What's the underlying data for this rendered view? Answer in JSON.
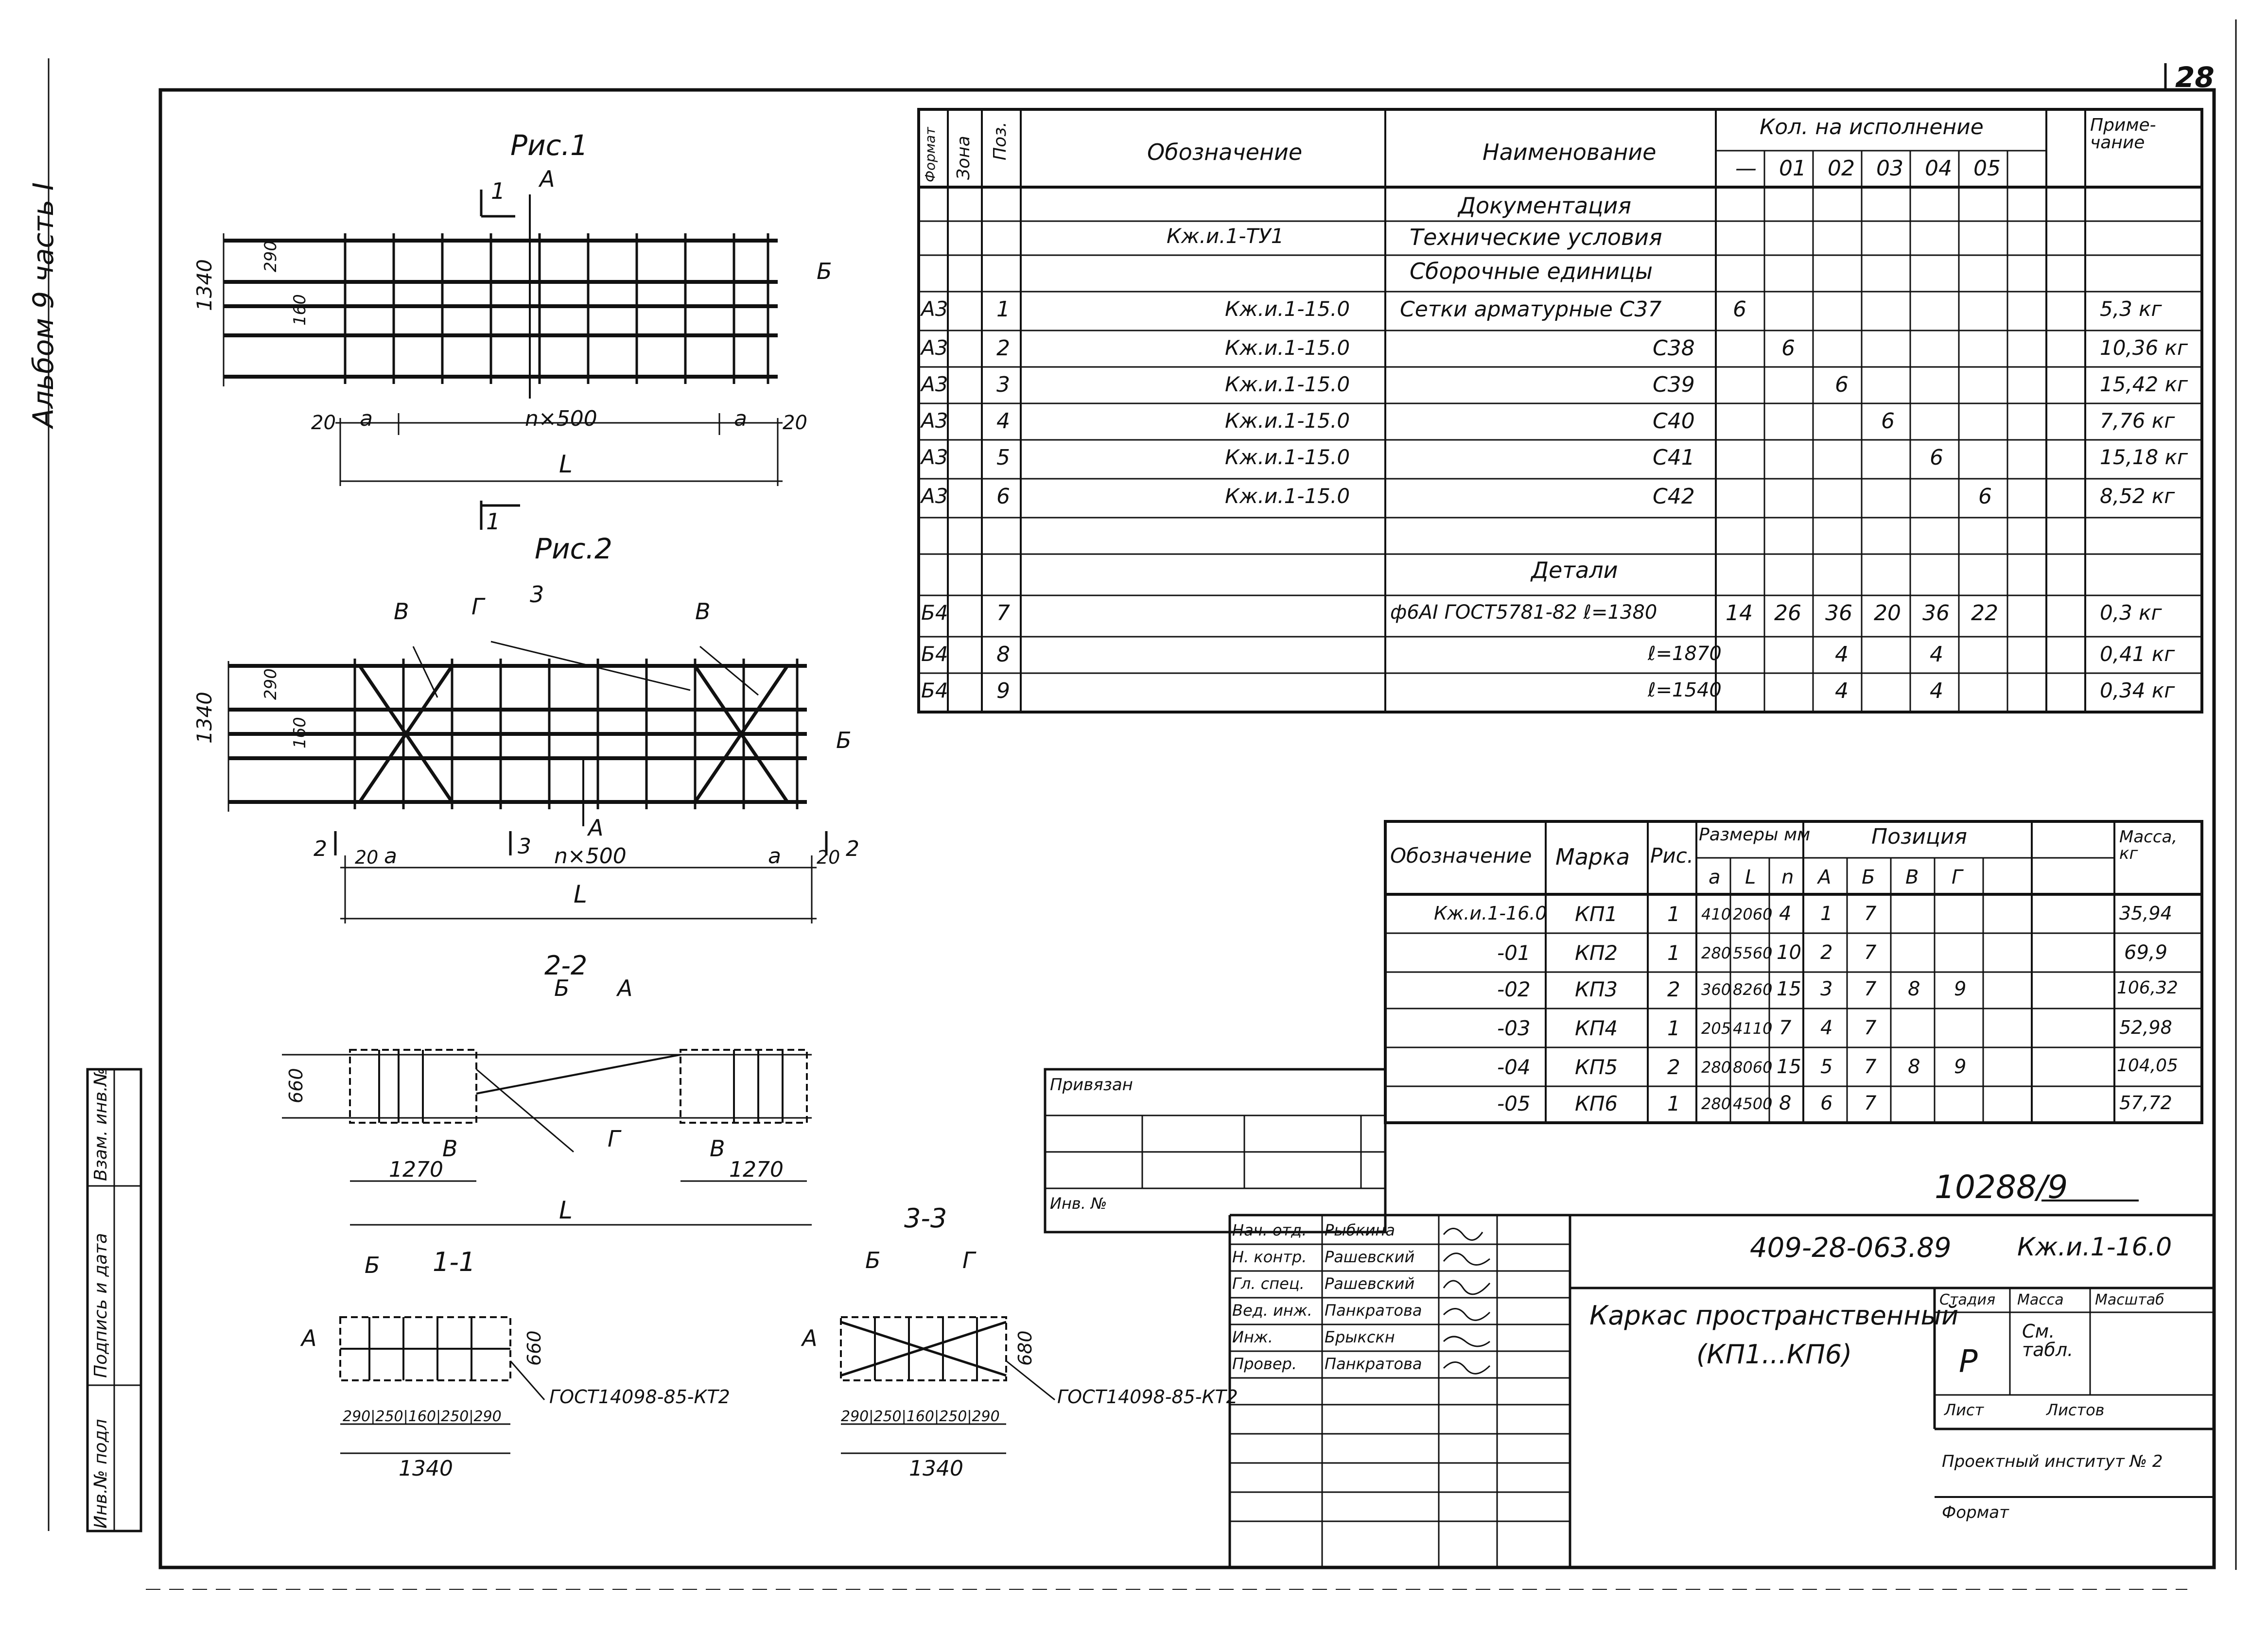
{
  "sheet": {
    "number": "28",
    "doc_number": "10288/9",
    "code": "409-28-063.89",
    "code_mark": "Кж.и.1-16.0"
  },
  "side_label": "Альбом 9   часть I",
  "left_stamp": [
    "Инв.№ подл",
    "Подпись и дата",
    "Взам. инв.№"
  ],
  "figures": {
    "fig1": {
      "title": "Рис.1",
      "dim_1340": "1340",
      "dim_290": "290",
      "dim_160": "160",
      "label_a": "a",
      "label_n500": "n×500",
      "label_L": "L",
      "label_20": "20",
      "label_B": "Б",
      "label_A": "А",
      "label_sec": "1"
    },
    "fig2": {
      "title": "Рис.2",
      "dim_1340": "1340",
      "dim_290": "290",
      "dim_160": "160",
      "label_a": "a",
      "label_n500": "n×500",
      "label_L": "L",
      "label_20": "20",
      "label_B": "Б",
      "label_A": "А",
      "label_V": "В",
      "label_G": "Г",
      "label_3": "3",
      "label_2": "2"
    },
    "sec22": {
      "title": "2-2",
      "dim_660": "660",
      "dim_1270": "1270",
      "label_L": "L",
      "label_B": "Б",
      "label_A": "А",
      "label_V": "В",
      "label_G": "Г"
    },
    "sec11": {
      "title": "1-1",
      "label_B": "Б",
      "label_A": "А",
      "dim_660": "660",
      "dims": "290|250|160|250|290",
      "total": "1340",
      "weld_note": "ГОСТ14098-85-КТ2"
    },
    "sec33": {
      "title": "3-3",
      "label_B": "Б",
      "label_G": "Г",
      "label_A": "А",
      "dim_680": "680",
      "dims": "290|250|160|250|290",
      "total": "1340",
      "weld_note": "ГОСТ14098-85-КТ2"
    }
  },
  "spec": {
    "headers": {
      "format": "Формат",
      "zone": "Зона",
      "pos": "Поз.",
      "designation": "Обозначение",
      "name": "Наименование",
      "qty": "Кол. на исполнение",
      "note": "Приме-чание",
      "variants": [
        "—",
        "01",
        "02",
        "03",
        "04",
        "05"
      ]
    },
    "rows": [
      {
        "fmt": "",
        "pos": "",
        "des": "",
        "name": "Документация",
        "q": [
          "",
          "",
          "",
          "",
          "",
          ""
        ],
        "note": ""
      },
      {
        "fmt": "",
        "pos": "",
        "des": "Кж.и.1-ТУ1",
        "name": "Технические условия",
        "q": [
          "",
          "",
          "",
          "",
          "",
          ""
        ],
        "note": ""
      },
      {
        "fmt": "",
        "pos": "",
        "des": "",
        "name": "Сборочные единицы",
        "q": [
          "",
          "",
          "",
          "",
          "",
          ""
        ],
        "note": ""
      },
      {
        "fmt": "А3",
        "pos": "1",
        "des": "Кж.и.1-15.0",
        "name": "Сетки арматурные С37",
        "q": [
          "6",
          "",
          "",
          "",
          "",
          ""
        ],
        "note": "5,3 кг"
      },
      {
        "fmt": "А3",
        "pos": "2",
        "des": "Кж.и.1-15.0",
        "name": "С38",
        "q": [
          "",
          "6",
          "",
          "",
          "",
          ""
        ],
        "note": "10,36 кг"
      },
      {
        "fmt": "А3",
        "pos": "3",
        "des": "Кж.и.1-15.0",
        "name": "С39",
        "q": [
          "",
          "",
          "6",
          "",
          "",
          ""
        ],
        "note": "15,42 кг"
      },
      {
        "fmt": "А3",
        "pos": "4",
        "des": "Кж.и.1-15.0",
        "name": "С40",
        "q": [
          "",
          "",
          "",
          "6",
          "",
          ""
        ],
        "note": "7,76 кг"
      },
      {
        "fmt": "А3",
        "pos": "5",
        "des": "Кж.и.1-15.0",
        "name": "С41",
        "q": [
          "",
          "",
          "",
          "",
          "6",
          ""
        ],
        "note": "15,18 кг"
      },
      {
        "fmt": "А3",
        "pos": "6",
        "des": "Кж.и.1-15.0",
        "name": "С42",
        "q": [
          "",
          "",
          "",
          "",
          "",
          "6"
        ],
        "note": "8,52 кг"
      },
      {
        "fmt": "",
        "pos": "",
        "des": "",
        "name": "",
        "q": [
          "",
          "",
          "",
          "",
          "",
          ""
        ],
        "note": ""
      },
      {
        "fmt": "",
        "pos": "",
        "des": "",
        "name": "Детали",
        "q": [
          "",
          "",
          "",
          "",
          "",
          ""
        ],
        "note": ""
      },
      {
        "fmt": "Б4",
        "pos": "7",
        "des": "",
        "name": "ф6AI ГОСТ5781-82 ℓ=1380",
        "q": [
          "14",
          "26",
          "36",
          "20",
          "36",
          "22"
        ],
        "note": "0,3 кг"
      },
      {
        "fmt": "Б4",
        "pos": "8",
        "des": "",
        "name": "ℓ=1870",
        "q": [
          "",
          "",
          "4",
          "",
          "4",
          ""
        ],
        "note": "0,41 кг"
      },
      {
        "fmt": "Б4",
        "pos": "9",
        "des": "",
        "name": "ℓ=1540",
        "q": [
          "",
          "",
          "4",
          "",
          "4",
          ""
        ],
        "note": "0,34 кг"
      }
    ]
  },
  "marks": {
    "headers": {
      "des": "Обозначение",
      "mark": "Марка",
      "fig": "Рис.",
      "sizes": "Размеры мм",
      "positions": "Позиция",
      "mass": "Масса, кг",
      "size_cols": [
        "a",
        "L",
        "n"
      ],
      "pos_cols": [
        "А",
        "Б",
        "В",
        "Г"
      ]
    },
    "rows": [
      {
        "des": "Кж.и.1-16.0",
        "mark": "КП1",
        "fig": "1",
        "s": [
          "410",
          "2060",
          "4"
        ],
        "p": [
          "1",
          "7",
          "",
          ""
        ],
        "mass": "35,94"
      },
      {
        "des": "-01",
        "mark": "КП2",
        "fig": "1",
        "s": [
          "280",
          "5560",
          "10"
        ],
        "p": [
          "2",
          "7",
          "",
          ""
        ],
        "mass": "69,9"
      },
      {
        "des": "-02",
        "mark": "КП3",
        "fig": "2",
        "s": [
          "360",
          "8260",
          "15"
        ],
        "p": [
          "3",
          "7",
          "8",
          "9"
        ],
        "mass": "106,32"
      },
      {
        "des": "-03",
        "mark": "КП4",
        "fig": "1",
        "s": [
          "205",
          "4110",
          "7"
        ],
        "p": [
          "4",
          "7",
          "",
          ""
        ],
        "mass": "52,98"
      },
      {
        "des": "-04",
        "mark": "КП5",
        "fig": "2",
        "s": [
          "280",
          "8060",
          "15"
        ],
        "p": [
          "5",
          "7",
          "8",
          "9"
        ],
        "mass": "104,05"
      },
      {
        "des": "-05",
        "mark": "КП6",
        "fig": "1",
        "s": [
          "280",
          "4500",
          "8"
        ],
        "p": [
          "6",
          "7",
          "",
          ""
        ],
        "mass": "57,72"
      }
    ]
  },
  "stamp": {
    "privyazan": "Привязан",
    "inv_no": "Инв. №",
    "signers": [
      {
        "role": "Нач. отд.",
        "name": "Рыбкина"
      },
      {
        "role": "Н. контр.",
        "name": "Рашевский"
      },
      {
        "role": "Гл. спец.",
        "name": "Рашевский"
      },
      {
        "role": "Вед. инж.",
        "name": "Панкратова"
      },
      {
        "role": "Инж.",
        "name": "Брыкскн"
      },
      {
        "role": "Провер.",
        "name": "Панкратова"
      }
    ],
    "title_line1": "Каркас пространственный",
    "title_line2": "(КП1...КП6)",
    "stage_hdr": "Стадия",
    "mass_hdr": "Масса",
    "scale_hdr": "Масштаб",
    "stage": "Р",
    "mass_val": "См. табл.",
    "sheet_hdr": "Лист",
    "sheets_hdr": "Листов",
    "org": "Проектный институт № 2",
    "format_label": "Формат"
  }
}
